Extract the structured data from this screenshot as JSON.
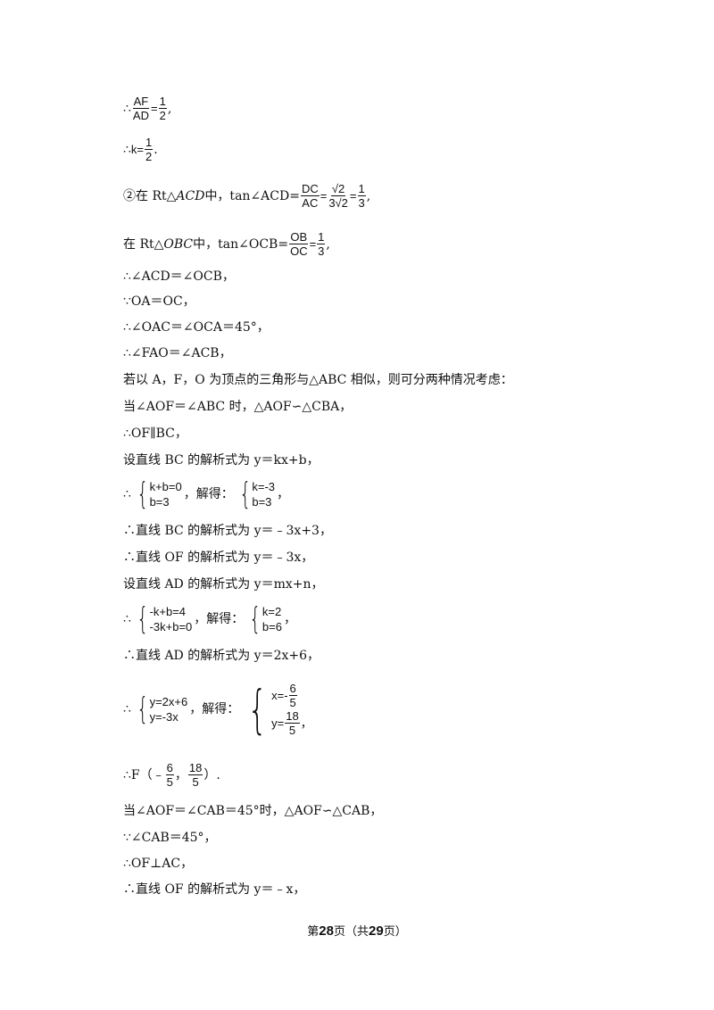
{
  "lines": {
    "l1": {
      "pre": "∴",
      "num": "AF",
      "den": "AD",
      "eq": "=",
      "num2": "1",
      "den2": "2",
      "post": ","
    },
    "l2": {
      "pre": "∴",
      "k": "k=",
      "num": "1",
      "den": "2",
      "post": "."
    },
    "l3": {
      "pre": "②在 Rt△",
      "tri": "ACD",
      "mid": " 中，tan∠ACD=",
      "num1": "DC",
      "den1": "AC",
      "eq1": "=",
      "num2": "√2",
      "den2a": "3",
      "den2b": "√2",
      "eq2": "=",
      "num3": "1",
      "den3": "3",
      "post": ","
    },
    "l4": {
      "pre": "在 Rt△",
      "tri": "OBC",
      "mid": " 中，tan∠OCB=",
      "num1": "OB",
      "den1": "OC",
      "eq": "=",
      "num2": "1",
      "den2": "3",
      "post": ","
    },
    "l5": {
      "text": "∴∠ACD＝∠OCB，"
    },
    "l6": {
      "text": "∵OA＝OC，"
    },
    "l7": {
      "text": "∴∠OAC＝∠OCA＝45°，"
    },
    "l8": {
      "text": "∴∠FAO＝∠ACB，"
    },
    "l9": {
      "text": "若以 A，F，O 为顶点的三角形与△ABC 相似，则可分两种情况考虑："
    },
    "l10": {
      "text": "当∠AOF＝∠ABC 时，△AOF∽△CBA，"
    },
    "l11": {
      "text": "∴OF∥BC，"
    },
    "l12": {
      "text": "设直线 BC 的解析式为 y＝kx+b，"
    },
    "l13": {
      "pre": "∴",
      "e1": "k+b=0",
      "e2": "b=3",
      "mid": "，解得：",
      "s1": "k=-3",
      "s2": "b=3",
      "post": "，"
    },
    "l14": {
      "text": "∴直线 BC 的解析式为 y＝﹣3x+3，"
    },
    "l15": {
      "text": "∴直线 OF 的解析式为 y＝﹣3x，"
    },
    "l16": {
      "text": "设直线 AD 的解析式为 y＝mx+n，"
    },
    "l17": {
      "pre": "∴",
      "e1": "-k+b=4",
      "e2": "-3k+b=0",
      "mid": "，解得：",
      "s1": "k=2",
      "s2": "b=6",
      "post": "，"
    },
    "l18": {
      "text": "∴直线 AD 的解析式为 y＝2x+6，"
    },
    "l19": {
      "pre": "∴",
      "e1": "y=2x+6",
      "e2": "y=-3x",
      "mid": "，解得：",
      "s1a": "x=-",
      "s1n": "6",
      "s1d": "5",
      "s2a": "y=",
      "s2n": "18",
      "s2d": "5",
      "post": "，"
    },
    "l20": {
      "pre": "∴F（﹣",
      "n1": "6",
      "d1": "5",
      "comma": "，",
      "n2": "18",
      "d2": "5",
      "post": "）."
    },
    "l21": {
      "text": "当∠AOF＝∠CAB＝45°时，△AOF∽△CAB，"
    },
    "l22": {
      "text": "∵∠CAB＝45°，"
    },
    "l23": {
      "text": "∴OF⊥AC，"
    },
    "l24": {
      "text": "∴直线 OF 的解析式为 y＝﹣x，"
    }
  },
  "footer": {
    "pre": "第",
    "page": "28",
    "mid": "页（共",
    "total": "29",
    "post": "页）"
  }
}
